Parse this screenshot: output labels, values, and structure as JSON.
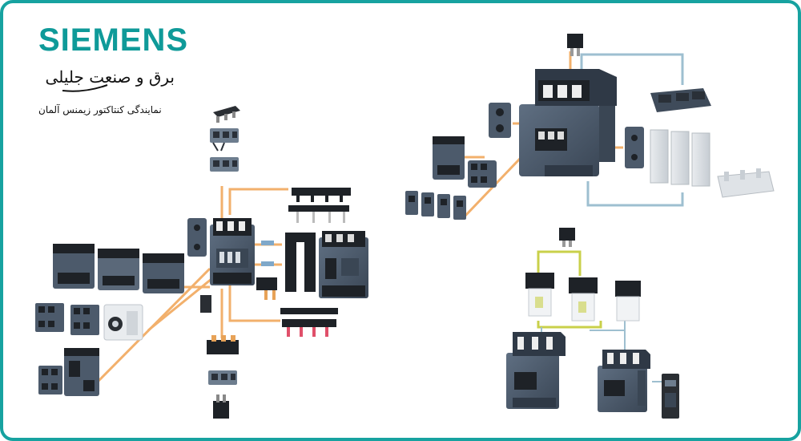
{
  "brand": {
    "logo_text": "SIEMENS",
    "company_name": "برق و صنعت جلیلی",
    "tagline": "نمایندگی کنتاکتور زیمنس آلمان"
  },
  "theme": {
    "accent": "#0f9a99",
    "frame": "#17a2a0",
    "ink": "#111111",
    "device": "#4c5a6b",
    "device_dark": "#2f3946",
    "terminal": "#1e2227",
    "orange_line": "#f2b06c",
    "blue_line": "#9ebfd0",
    "yellow_line": "#c9d04a"
  }
}
